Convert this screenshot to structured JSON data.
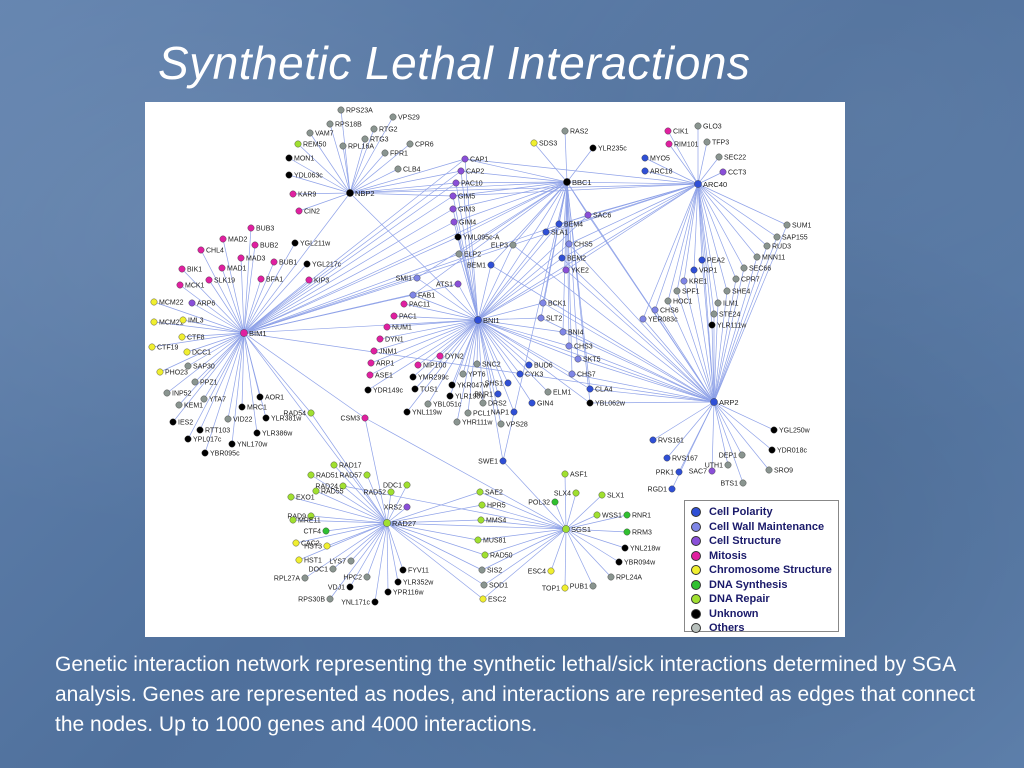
{
  "title": "Synthetic Lethal Interactions",
  "caption": "Genetic interaction network representing the synthetic lethal/sick interactions determined by SGA analysis. Genes are represented as nodes, and interactions are represented as edges that connect the nodes. Up to 1000 genes and 4000 interactions.",
  "colors": {
    "edge": "#8fa2e8",
    "Cell Polarity": "#2f4fd6",
    "Cell Wall Maintenance": "#7f86e6",
    "Cell Structure": "#8a4fd8",
    "Mitosis": "#e020a0",
    "Chromosome Structure": "#f0ef30",
    "DNA Synthesis": "#30c030",
    "DNA Repair": "#a0e030",
    "Unknown": "#000000",
    "Others": "#8a9590"
  },
  "legend": [
    {
      "label": "Cell Polarity",
      "color": "#2f4fd6"
    },
    {
      "label": "Cell Wall Maintenance",
      "color": "#7f86e6"
    },
    {
      "label": "Cell Structure",
      "color": "#8a4fd8"
    },
    {
      "label": "Mitosis",
      "color": "#e020a0"
    },
    {
      "label": "Chromosome Structure",
      "color": "#f0ef30"
    },
    {
      "label": "DNA Synthesis",
      "color": "#30c030"
    },
    {
      "label": "DNA Repair",
      "color": "#a0e030"
    },
    {
      "label": "Unknown",
      "color": "#000000"
    },
    {
      "label": "Others",
      "color": "#b8c0bc"
    }
  ],
  "hubs": [
    "BIM1",
    "NBP2",
    "BNI1",
    "BBC1",
    "ARC40",
    "ARP2",
    "RAD27",
    "SGS1"
  ],
  "nodes": [
    {
      "id": "BIM1",
      "c": "Mitosis"
    },
    {
      "id": "NBP2",
      "c": "Unknown"
    },
    {
      "id": "BNI1",
      "c": "Cell Polarity"
    },
    {
      "id": "BBC1",
      "c": "Unknown"
    },
    {
      "id": "ARC40",
      "c": "Cell Polarity"
    },
    {
      "id": "ARP2",
      "c": "Cell Polarity"
    },
    {
      "id": "RAD27",
      "c": "DNA Repair"
    },
    {
      "id": "SGS1",
      "c": "DNA Repair"
    },
    {
      "id": "RPS23A",
      "c": "Others"
    },
    {
      "id": "VPS29",
      "c": "Others"
    },
    {
      "id": "RPS18B",
      "c": "Others"
    },
    {
      "id": "RTG2",
      "c": "Others"
    },
    {
      "id": "VAM7",
      "c": "Others"
    },
    {
      "id": "RTG3",
      "c": "Others"
    },
    {
      "id": "REM50",
      "c": "DNA Repair"
    },
    {
      "id": "RPL16A",
      "c": "Others"
    },
    {
      "id": "CPR6",
      "c": "Others"
    },
    {
      "id": "MON1",
      "c": "Unknown"
    },
    {
      "id": "FPR1",
      "c": "Others"
    },
    {
      "id": "CLB4",
      "c": "Others"
    },
    {
      "id": "YDL063c",
      "c": "Unknown"
    },
    {
      "id": "KAR9",
      "c": "Mitosis"
    },
    {
      "id": "CIN2",
      "c": "Mitosis"
    },
    {
      "id": "BUB3",
      "c": "Mitosis"
    },
    {
      "id": "MAD2",
      "c": "Mitosis"
    },
    {
      "id": "CHL4",
      "c": "Mitosis"
    },
    {
      "id": "BUB2",
      "c": "Mitosis"
    },
    {
      "id": "MAD3",
      "c": "Mitosis"
    },
    {
      "id": "BUB1",
      "c": "Mitosis"
    },
    {
      "id": "BIK1",
      "c": "Mitosis"
    },
    {
      "id": "MAD1",
      "c": "Mitosis"
    },
    {
      "id": "SLK19",
      "c": "Mitosis"
    },
    {
      "id": "BFA1",
      "c": "Mitosis"
    },
    {
      "id": "MCK1",
      "c": "Mitosis"
    },
    {
      "id": "YGL211w",
      "c": "Unknown"
    },
    {
      "id": "YGL217c",
      "c": "Unknown"
    },
    {
      "id": "KIP3",
      "c": "Mitosis"
    },
    {
      "id": "MCM22",
      "c": "Chromosome Structure"
    },
    {
      "id": "ARP6",
      "c": "Cell Structure"
    },
    {
      "id": "MCM21",
      "c": "Chromosome Structure"
    },
    {
      "id": "IML3",
      "c": "Chromosome Structure"
    },
    {
      "id": "CTF8",
      "c": "Chromosome Structure"
    },
    {
      "id": "CTF19",
      "c": "Chromosome Structure"
    },
    {
      "id": "DCC1",
      "c": "Chromosome Structure"
    },
    {
      "id": "SAP30",
      "c": "Others"
    },
    {
      "id": "PHO23",
      "c": "Chromosome Structure"
    },
    {
      "id": "PPZ1",
      "c": "Others"
    },
    {
      "id": "INP52",
      "c": "Others"
    },
    {
      "id": "YTA7",
      "c": "Others"
    },
    {
      "id": "AOR1",
      "c": "Unknown"
    },
    {
      "id": "KEM1",
      "c": "Others"
    },
    {
      "id": "MRC1",
      "c": "Unknown"
    },
    {
      "id": "YLR381w",
      "c": "Unknown"
    },
    {
      "id": "IES2",
      "c": "Unknown"
    },
    {
      "id": "VID22",
      "c": "Others"
    },
    {
      "id": "RTT103",
      "c": "Unknown"
    },
    {
      "id": "YLR386w",
      "c": "Unknown"
    },
    {
      "id": "YPL017c",
      "c": "Unknown"
    },
    {
      "id": "YNL170w",
      "c": "Unknown"
    },
    {
      "id": "YBR095c",
      "c": "Unknown"
    },
    {
      "id": "CAP1",
      "c": "Cell Structure"
    },
    {
      "id": "CAP2",
      "c": "Cell Structure"
    },
    {
      "id": "PAC10",
      "c": "Cell Structure"
    },
    {
      "id": "GIM5",
      "c": "Cell Structure"
    },
    {
      "id": "GIM3",
      "c": "Cell Structure"
    },
    {
      "id": "GIM4",
      "c": "Cell Structure"
    },
    {
      "id": "YML095c-A",
      "c": "Unknown"
    },
    {
      "id": "ELP2",
      "c": "Others"
    },
    {
      "id": "ELP3",
      "c": "Others"
    },
    {
      "id": "BEM1",
      "c": "Cell Polarity"
    },
    {
      "id": "SMI1",
      "c": "Cell Wall Maintenance"
    },
    {
      "id": "ATS1",
      "c": "Cell Structure"
    },
    {
      "id": "FAB1",
      "c": "Cell Wall Maintenance"
    },
    {
      "id": "PAC11",
      "c": "Mitosis"
    },
    {
      "id": "PAC1",
      "c": "Mitosis"
    },
    {
      "id": "NUM1",
      "c": "Mitosis"
    },
    {
      "id": "DYN1",
      "c": "Mitosis"
    },
    {
      "id": "JNM1",
      "c": "Mitosis"
    },
    {
      "id": "ARP1",
      "c": "Mitosis"
    },
    {
      "id": "ASE1",
      "c": "Mitosis"
    },
    {
      "id": "YDR149c",
      "c": "Unknown"
    },
    {
      "id": "DYN2",
      "c": "Mitosis"
    },
    {
      "id": "NIP100",
      "c": "Mitosis"
    },
    {
      "id": "YMR299c",
      "c": "Unknown"
    },
    {
      "id": "TUS1",
      "c": "Unknown"
    },
    {
      "id": "YNL119w",
      "c": "Unknown"
    },
    {
      "id": "YBL051c",
      "c": "Others"
    },
    {
      "id": "YHR111w",
      "c": "Others"
    },
    {
      "id": "YPT6",
      "c": "Others"
    },
    {
      "id": "YKR047w",
      "c": "Unknown"
    },
    {
      "id": "YLR190w",
      "c": "Unknown"
    },
    {
      "id": "DRS2",
      "c": "Others"
    },
    {
      "id": "PCL1",
      "c": "Others"
    },
    {
      "id": "SNC2",
      "c": "Others"
    },
    {
      "id": "SHS1",
      "c": "Cell Polarity"
    },
    {
      "id": "BNR1",
      "c": "Cell Polarity"
    },
    {
      "id": "BUD6",
      "c": "Cell Polarity"
    },
    {
      "id": "CYK3",
      "c": "Cell Polarity"
    },
    {
      "id": "GIN4",
      "c": "Cell Polarity"
    },
    {
      "id": "NAP1",
      "c": "Cell Polarity"
    },
    {
      "id": "VPS28",
      "c": "Others"
    },
    {
      "id": "ELM1",
      "c": "Others"
    },
    {
      "id": "RAS2",
      "c": "Others"
    },
    {
      "id": "SDS3",
      "c": "Chromosome Structure"
    },
    {
      "id": "YLR235c",
      "c": "Unknown"
    },
    {
      "id": "SAC6",
      "c": "Cell Structure"
    },
    {
      "id": "BEM4",
      "c": "Cell Polarity"
    },
    {
      "id": "SLA1",
      "c": "Cell Polarity"
    },
    {
      "id": "CHS5",
      "c": "Cell Wall Maintenance"
    },
    {
      "id": "BEM2",
      "c": "Cell Polarity"
    },
    {
      "id": "YKE2",
      "c": "Cell Structure"
    },
    {
      "id": "BCK1",
      "c": "Cell Wall Maintenance"
    },
    {
      "id": "SLT2",
      "c": "Cell Wall Maintenance"
    },
    {
      "id": "BNI4",
      "c": "Cell Wall Maintenance"
    },
    {
      "id": "CHS3",
      "c": "Cell Wall Maintenance"
    },
    {
      "id": "SKT5",
      "c": "Cell Wall Maintenance"
    },
    {
      "id": "CHS7",
      "c": "Cell Wall Maintenance"
    },
    {
      "id": "CLA4",
      "c": "Cell Polarity"
    },
    {
      "id": "YBL062w",
      "c": "Unknown"
    },
    {
      "id": "CIK1",
      "c": "Mitosis"
    },
    {
      "id": "GLO3",
      "c": "Others"
    },
    {
      "id": "RIM101",
      "c": "Mitosis"
    },
    {
      "id": "TFP3",
      "c": "Others"
    },
    {
      "id": "MYO5",
      "c": "Cell Polarity"
    },
    {
      "id": "SEC22",
      "c": "Others"
    },
    {
      "id": "ARC18",
      "c": "Cell Polarity"
    },
    {
      "id": "CCT3",
      "c": "Cell Structure"
    },
    {
      "id": "SUM1",
      "c": "Others"
    },
    {
      "id": "SAP155",
      "c": "Others"
    },
    {
      "id": "RUD3",
      "c": "Others"
    },
    {
      "id": "MNN11",
      "c": "Others"
    },
    {
      "id": "PEA2",
      "c": "Cell Polarity"
    },
    {
      "id": "SEC66",
      "c": "Others"
    },
    {
      "id": "VRP1",
      "c": "Cell Polarity"
    },
    {
      "id": "CPR7",
      "c": "Others"
    },
    {
      "id": "KRE1",
      "c": "Cell Wall Maintenance"
    },
    {
      "id": "SHE4",
      "c": "Others"
    },
    {
      "id": "SPF1",
      "c": "Others"
    },
    {
      "id": "HOC1",
      "c": "Others"
    },
    {
      "id": "ILM1",
      "c": "Others"
    },
    {
      "id": "CHS6",
      "c": "Cell Wall Maintenance"
    },
    {
      "id": "STE24",
      "c": "Others"
    },
    {
      "id": "YER083c",
      "c": "Cell Wall Maintenance"
    },
    {
      "id": "YLR111w",
      "c": "Unknown"
    },
    {
      "id": "RVS161",
      "c": "Cell Polarity"
    },
    {
      "id": "YGL250w",
      "c": "Unknown"
    },
    {
      "id": "YDR018c",
      "c": "Unknown"
    },
    {
      "id": "RVS167",
      "c": "Cell Polarity"
    },
    {
      "id": "DEP1",
      "c": "Others"
    },
    {
      "id": "UTH1",
      "c": "Others"
    },
    {
      "id": "SRO9",
      "c": "Others"
    },
    {
      "id": "PRK1",
      "c": "Cell Polarity"
    },
    {
      "id": "SAC7",
      "c": "Cell Structure"
    },
    {
      "id": "BTS1",
      "c": "Others"
    },
    {
      "id": "RGD1",
      "c": "Cell Polarity"
    },
    {
      "id": "RAD54",
      "c": "DNA Repair"
    },
    {
      "id": "CSM3",
      "c": "Mitosis"
    },
    {
      "id": "SWE1",
      "c": "Cell Polarity"
    },
    {
      "id": "RAD17",
      "c": "DNA Repair"
    },
    {
      "id": "RAD57",
      "c": "DNA Repair"
    },
    {
      "id": "RAD51",
      "c": "DNA Repair"
    },
    {
      "id": "RAD24",
      "c": "DNA Repair"
    },
    {
      "id": "DDC1",
      "c": "DNA Repair"
    },
    {
      "id": "RAD55",
      "c": "DNA Repair"
    },
    {
      "id": "RAD52",
      "c": "DNA Repair"
    },
    {
      "id": "EXO1",
      "c": "DNA Repair"
    },
    {
      "id": "XRS2",
      "c": "Cell Structure"
    },
    {
      "id": "RAD9",
      "c": "DNA Repair"
    },
    {
      "id": "MRE11",
      "c": "DNA Repair"
    },
    {
      "id": "CTF4",
      "c": "DNA Synthesis"
    },
    {
      "id": "CAC2",
      "c": "Chromosome Structure"
    },
    {
      "id": "HST3",
      "c": "Chromosome Structure"
    },
    {
      "id": "HST1",
      "c": "Chromosome Structure"
    },
    {
      "id": "LYS7",
      "c": "Others"
    },
    {
      "id": "DOC1",
      "c": "Others"
    },
    {
      "id": "RPL27A",
      "c": "Others"
    },
    {
      "id": "HPC2",
      "c": "Others"
    },
    {
      "id": "FYV11",
      "c": "Unknown"
    },
    {
      "id": "YLR352w",
      "c": "Unknown"
    },
    {
      "id": "VDJ1",
      "c": "Unknown"
    },
    {
      "id": "YPR116w",
      "c": "Unknown"
    },
    {
      "id": "RPS30B",
      "c": "Others"
    },
    {
      "id": "YNL171c",
      "c": "Unknown"
    },
    {
      "id": "SAE2",
      "c": "DNA Repair"
    },
    {
      "id": "HPR5",
      "c": "DNA Repair"
    },
    {
      "id": "MMS4",
      "c": "DNA Repair"
    },
    {
      "id": "MUS81",
      "c": "DNA Repair"
    },
    {
      "id": "RAD50",
      "c": "DNA Repair"
    },
    {
      "id": "SIS2",
      "c": "Others"
    },
    {
      "id": "SOD1",
      "c": "Others"
    },
    {
      "id": "ESC2",
      "c": "Chromosome Structure"
    },
    {
      "id": "ASF1",
      "c": "DNA Repair"
    },
    {
      "id": "SLX4",
      "c": "DNA Repair"
    },
    {
      "id": "SLX1",
      "c": "DNA Repair"
    },
    {
      "id": "POL32",
      "c": "DNA Synthesis"
    },
    {
      "id": "WSS1",
      "c": "DNA Repair"
    },
    {
      "id": "RNR1",
      "c": "DNA Synthesis"
    },
    {
      "id": "RRM3",
      "c": "DNA Synthesis"
    },
    {
      "id": "YNL218w",
      "c": "Unknown"
    },
    {
      "id": "YBR094w",
      "c": "Unknown"
    },
    {
      "id": "ESC4",
      "c": "Chromosome Structure"
    },
    {
      "id": "RPL24A",
      "c": "Others"
    },
    {
      "id": "PUB1",
      "c": "Others"
    },
    {
      "id": "TOP1",
      "c": "Chromosome Structure"
    }
  ]
}
